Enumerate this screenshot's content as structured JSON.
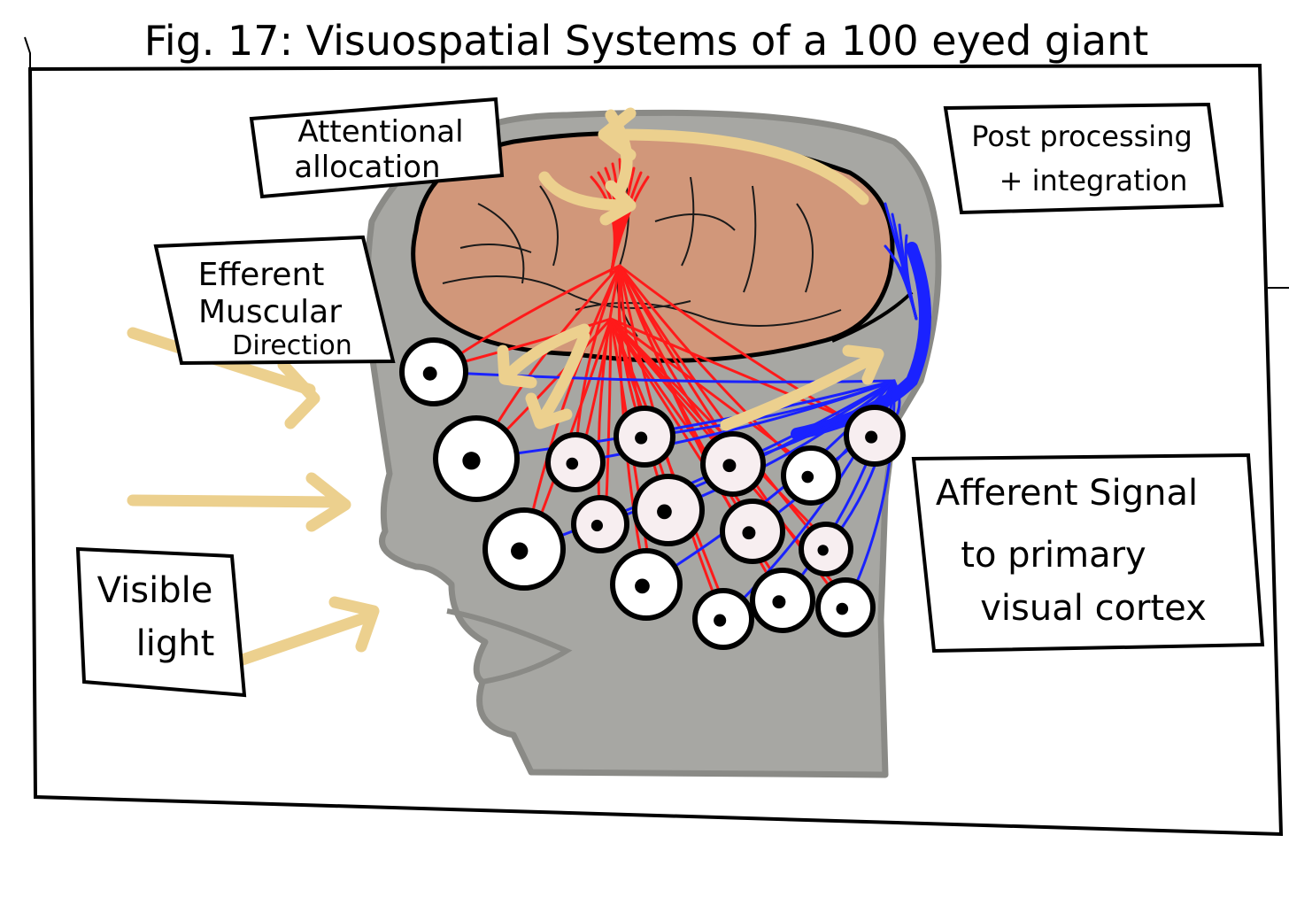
{
  "title": "Fig. 17: Visuospatial Systems of a 100 eyed giant",
  "labels": {
    "attentional": [
      "Attentional",
      "allocation"
    ],
    "post": [
      "Post processing",
      "+ integration"
    ],
    "efferent": [
      "Efferent",
      "Muscular",
      "Direction"
    ],
    "afferent": [
      "Afferent Signal",
      "to primary",
      "visual cortex"
    ],
    "light": [
      "Visible",
      "light"
    ]
  },
  "colors": {
    "head": "#a7a7a3",
    "head_outline": "#8a8a86",
    "brain": "#d1977a",
    "efferent_nerve": "#ff1a1a",
    "afferent_nerve": "#1a22ff",
    "arrow": "#ecd08e",
    "eye_white": "#ffffff",
    "eye_tint": "#f7eef0"
  }
}
